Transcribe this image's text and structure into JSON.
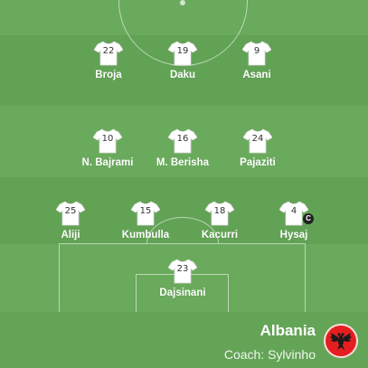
{
  "team": {
    "name": "Albania",
    "coach": "Coach: Sylvinho",
    "flag_color": "#e41e20"
  },
  "colors": {
    "pitch_light": "#6aaa5c",
    "pitch_dark": "#62a255",
    "shirt": "#ffffff"
  },
  "players": [
    {
      "number": "22",
      "name": "Broja"
    },
    {
      "number": "19",
      "name": "Daku"
    },
    {
      "number": "9",
      "name": "Asani"
    },
    {
      "number": "10",
      "name": "N. Bajrami"
    },
    {
      "number": "16",
      "name": "M. Berisha"
    },
    {
      "number": "24",
      "name": "Pajaziti"
    },
    {
      "number": "25",
      "name": "Aliji"
    },
    {
      "number": "15",
      "name": "Kumbulla"
    },
    {
      "number": "18",
      "name": "Kacurri"
    },
    {
      "number": "4",
      "name": "Hysaj",
      "captain": "C"
    },
    {
      "number": "23",
      "name": "Dajsinani"
    }
  ]
}
